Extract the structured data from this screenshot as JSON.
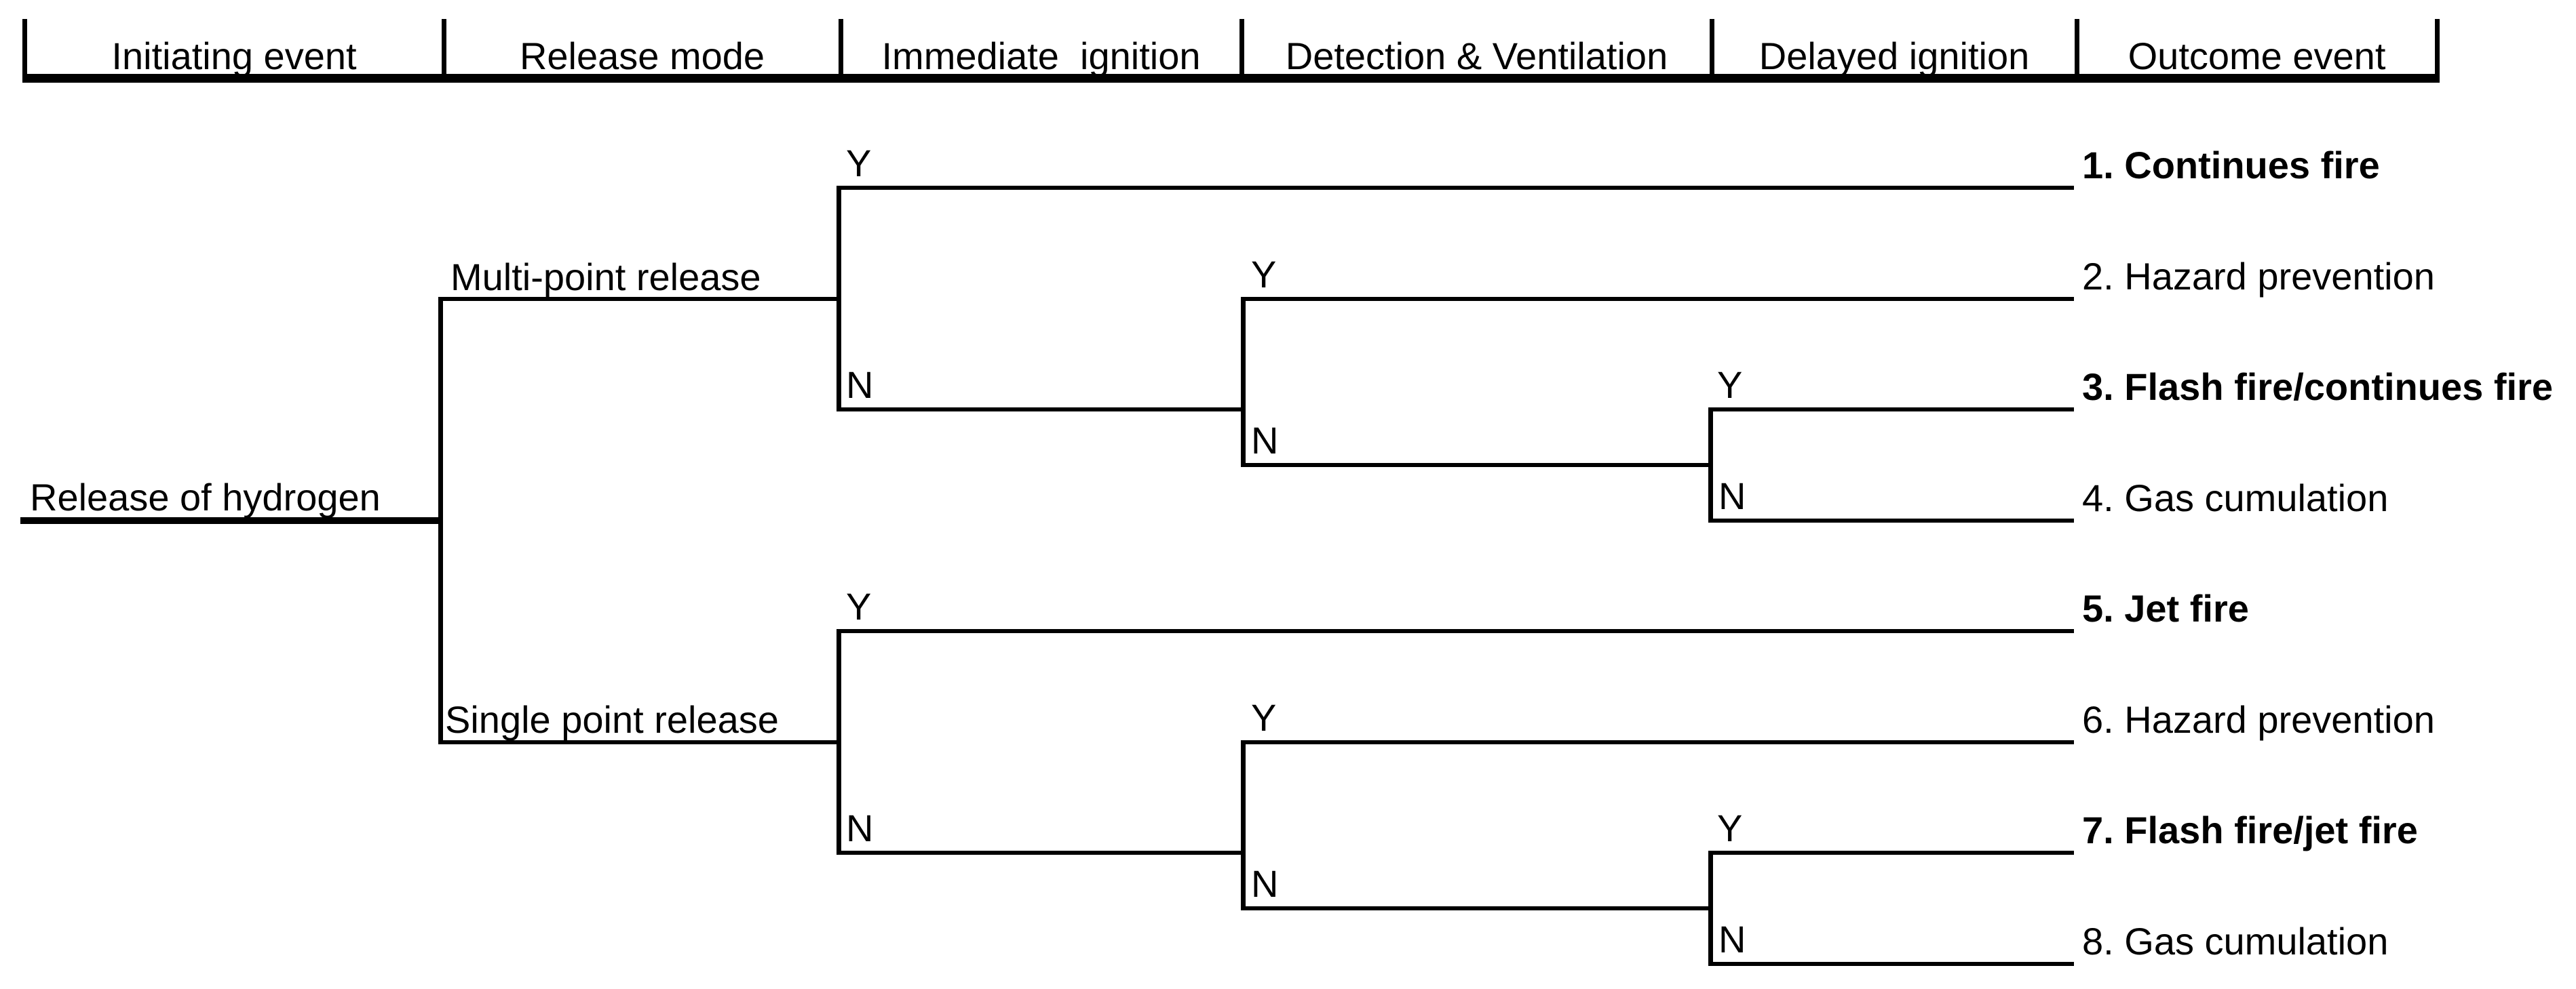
{
  "header": {
    "columns": [
      "Initiating event",
      "Release mode",
      "Immediate  ignition",
      "Detection & Ventilation",
      "Delayed ignition",
      "Outcome event"
    ]
  },
  "tree": {
    "initiating_event": "Release of hydrogen",
    "branch_labels": {
      "yes": "Y",
      "no": "N"
    },
    "release_modes": [
      {
        "label": "Multi-point release"
      },
      {
        "label": "Single point release"
      }
    ],
    "outcomes": [
      {
        "id": 1,
        "label": "1. Continues fire",
        "bold": true,
        "path": {
          "release_mode": "Multi-point release",
          "immediate_ignition": "Y"
        }
      },
      {
        "id": 2,
        "label": "2. Hazard prevention",
        "bold": false,
        "path": {
          "release_mode": "Multi-point release",
          "immediate_ignition": "N",
          "detection_ventilation": "Y"
        }
      },
      {
        "id": 3,
        "label": "3. Flash fire/continues fire",
        "bold": true,
        "path": {
          "release_mode": "Multi-point release",
          "immediate_ignition": "N",
          "detection_ventilation": "N",
          "delayed_ignition": "Y"
        }
      },
      {
        "id": 4,
        "label": "4. Gas cumulation",
        "bold": false,
        "path": {
          "release_mode": "Multi-point release",
          "immediate_ignition": "N",
          "detection_ventilation": "N",
          "delayed_ignition": "N"
        }
      },
      {
        "id": 5,
        "label": "5. Jet fire",
        "bold": true,
        "path": {
          "release_mode": "Single point release",
          "immediate_ignition": "Y"
        }
      },
      {
        "id": 6,
        "label": "6. Hazard prevention",
        "bold": false,
        "path": {
          "release_mode": "Single point release",
          "immediate_ignition": "N",
          "detection_ventilation": "Y"
        }
      },
      {
        "id": 7,
        "label": "7. Flash fire/jet fire",
        "bold": true,
        "path": {
          "release_mode": "Single point release",
          "immediate_ignition": "N",
          "detection_ventilation": "N",
          "delayed_ignition": "Y"
        }
      },
      {
        "id": 8,
        "label": "8. Gas cumulation",
        "bold": false,
        "path": {
          "release_mode": "Single point release",
          "immediate_ignition": "N",
          "detection_ventilation": "N",
          "delayed_ignition": "N"
        }
      }
    ]
  },
  "colors": {
    "foreground": "#000000",
    "background": "#ffffff"
  }
}
